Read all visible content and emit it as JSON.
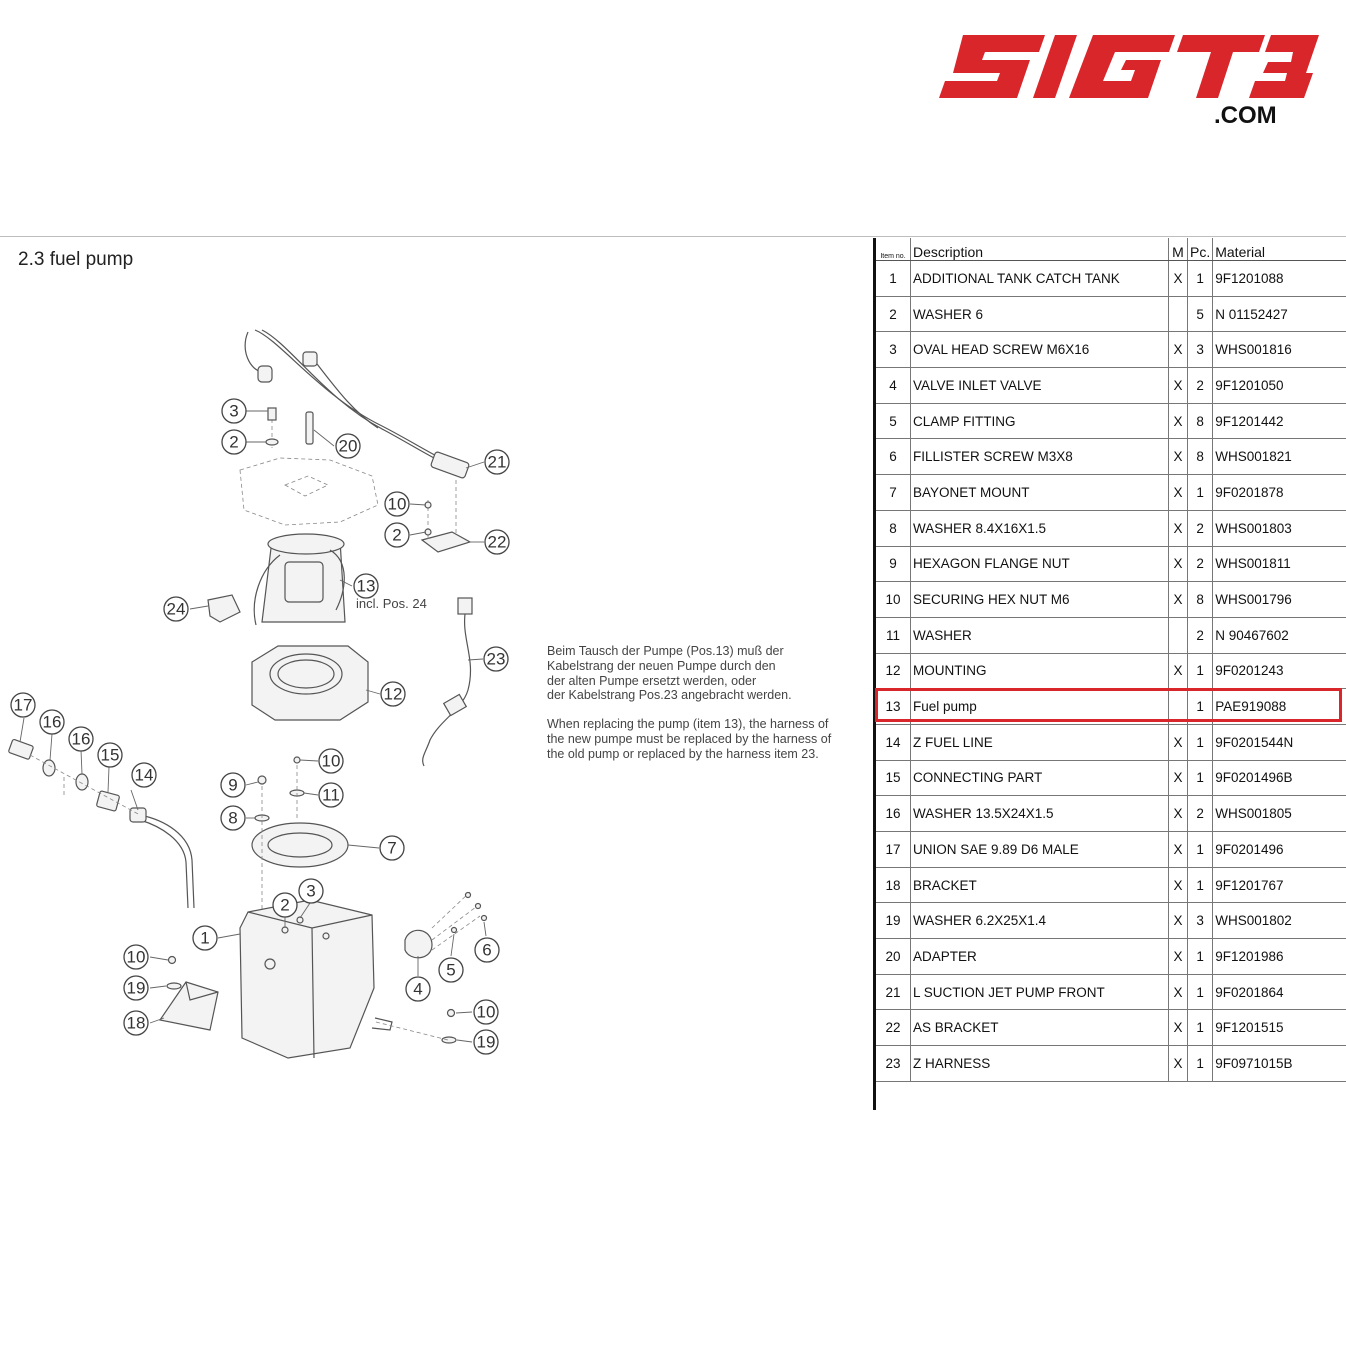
{
  "logo": {
    "brand": "SIGT3",
    "domain": ".COM",
    "color": "#d9262b"
  },
  "section": {
    "title": "2.3  fuel pump"
  },
  "diagram": {
    "callouts": [
      "1",
      "2",
      "3",
      "4",
      "5",
      "6",
      "7",
      "8",
      "9",
      "10",
      "11",
      "12",
      "13",
      "14",
      "15",
      "16",
      "17",
      "18",
      "19",
      "20",
      "21",
      "22",
      "23",
      "24"
    ],
    "incl_note": "incl. Pos. 24"
  },
  "notes": {
    "german": "Beim Tausch der Pumpe (Pos.13) muß der\nKabelstrang der neuen Pumpe durch den\nder alten Pumpe ersetzt werden, oder\nder Kabelstrang Pos.23 angebracht werden.",
    "english": "When replacing the pump (item 13), the harness of\nthe new pumpe must be replaced by the harness of\nthe old pump or replaced by the harness item 23."
  },
  "table": {
    "headers": {
      "item_no": "Item no.",
      "description": "Description",
      "m": "M",
      "pc": "Pc.",
      "material": "Material"
    },
    "highlight_color": "#d9262b",
    "rows": [
      {
        "no": "1",
        "desc": "ADDITIONAL TANK CATCH TANK",
        "m": "X",
        "pc": "1",
        "material": "9F1201088"
      },
      {
        "no": "2",
        "desc": "WASHER 6",
        "m": "",
        "pc": "5",
        "material": "N 01152427"
      },
      {
        "no": "3",
        "desc": "OVAL HEAD SCREW M6X16",
        "m": "X",
        "pc": "3",
        "material": "WHS001816"
      },
      {
        "no": "4",
        "desc": "VALVE INLET VALVE",
        "m": "X",
        "pc": "2",
        "material": "9F1201050"
      },
      {
        "no": "5",
        "desc": "CLAMP FITTING",
        "m": "X",
        "pc": "8",
        "material": "9F1201442"
      },
      {
        "no": "6",
        "desc": "FILLISTER SCREW M3X8",
        "m": "X",
        "pc": "8",
        "material": "WHS001821"
      },
      {
        "no": "7",
        "desc": "BAYONET MOUNT",
        "m": "X",
        "pc": "1",
        "material": "9F0201878"
      },
      {
        "no": "8",
        "desc": "WASHER 8.4X16X1.5",
        "m": "X",
        "pc": "2",
        "material": "WHS001803"
      },
      {
        "no": "9",
        "desc": "HEXAGON FLANGE NUT",
        "m": "X",
        "pc": "2",
        "material": "WHS001811"
      },
      {
        "no": "10",
        "desc": "SECURING HEX NUT M6",
        "m": "X",
        "pc": "8",
        "material": "WHS001796"
      },
      {
        "no": "11",
        "desc": "WASHER",
        "m": "",
        "pc": "2",
        "material": "N 90467602"
      },
      {
        "no": "12",
        "desc": "MOUNTING",
        "m": "X",
        "pc": "1",
        "material": "9F0201243"
      },
      {
        "no": "13",
        "desc": "Fuel pump",
        "m": "",
        "pc": "1",
        "material": "PAE919088",
        "highlighted": true
      },
      {
        "no": "14",
        "desc": "Z FUEL LINE",
        "m": "X",
        "pc": "1",
        "material": "9F0201544N"
      },
      {
        "no": "15",
        "desc": "CONNECTING PART",
        "m": "X",
        "pc": "1",
        "material": "9F0201496B"
      },
      {
        "no": "16",
        "desc": "WASHER 13.5X24X1.5",
        "m": "X",
        "pc": "2",
        "material": "WHS001805"
      },
      {
        "no": "17",
        "desc": "UNION SAE 9.89 D6 MALE",
        "m": "X",
        "pc": "1",
        "material": "9F0201496"
      },
      {
        "no": "18",
        "desc": "BRACKET",
        "m": "X",
        "pc": "1",
        "material": "9F1201767"
      },
      {
        "no": "19",
        "desc": "WASHER 6.2X25X1.4",
        "m": "X",
        "pc": "3",
        "material": "WHS001802"
      },
      {
        "no": "20",
        "desc": "ADAPTER",
        "m": "X",
        "pc": "1",
        "material": "9F1201986"
      },
      {
        "no": "21",
        "desc": "L SUCTION JET PUMP FRONT",
        "m": "X",
        "pc": "1",
        "material": "9F0201864"
      },
      {
        "no": "22",
        "desc": "AS BRACKET",
        "m": "X",
        "pc": "1",
        "material": "9F1201515"
      },
      {
        "no": "23",
        "desc": "Z HARNESS",
        "m": "X",
        "pc": "1",
        "material": "9F0971015B"
      }
    ]
  }
}
